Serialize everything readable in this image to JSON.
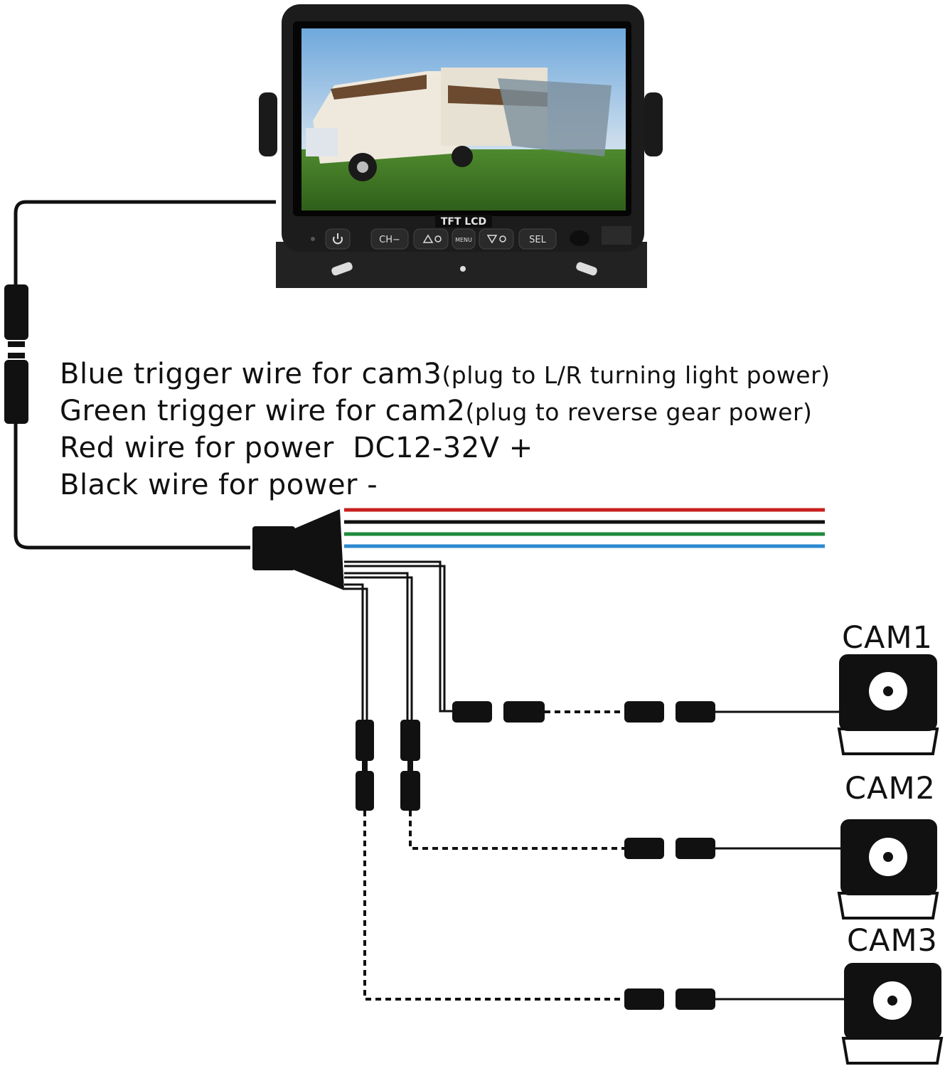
{
  "monitor": {
    "screen_label": "TFT LCD",
    "buttons": [
      "CH−",
      "MENU",
      "SEL"
    ],
    "icons": [
      "power-icon",
      "up-brightness-icon",
      "down-brightness-icon"
    ]
  },
  "legend": {
    "line1_main": "Blue trigger wire for cam3",
    "line1_note": "(plug to L/R turning light power)",
    "line2_main": "Green trigger wire for cam2",
    "line2_note": "(plug to reverse gear power)",
    "line3": "Red wire for power  DC12-32V +",
    "line4": "Black wire for power -"
  },
  "wire_colors": {
    "red": "#c8201e",
    "black": "#111111",
    "green": "#1e8a3c",
    "blue": "#2a8ad0"
  },
  "cameras": [
    {
      "label": "CAM1"
    },
    {
      "label": "CAM2"
    },
    {
      "label": "CAM3"
    }
  ]
}
